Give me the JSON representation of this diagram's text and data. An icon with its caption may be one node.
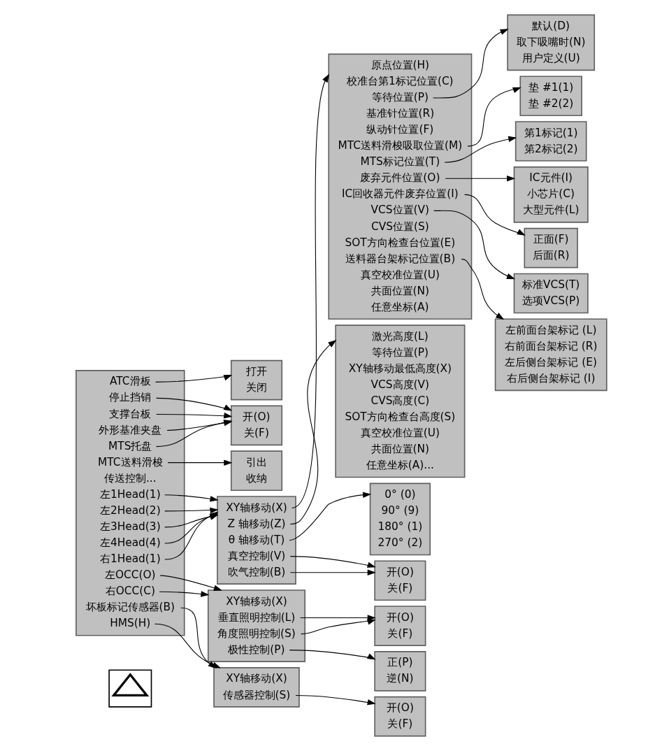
{
  "diagram": {
    "nodes": [
      {
        "text": [],
        "shape": "box"
      },
      {
        "text": [],
        "shape": "triangle",
        "in": 0
      },
      {
        "text": [],
        "shape": "box"
      },
      {
        "text": [
          "ATC滑板"
        ],
        "in": 2
      },
      {
        "text": [
          "停止挡销"
        ],
        "in": 2
      },
      {
        "text": [
          "支撑台板"
        ],
        "in": 2
      },
      {
        "text": [
          "外形基准夹盘"
        ],
        "in": 2
      },
      {
        "text": [
          "MTC送料滑梭"
        ],
        "in": 2
      },
      {
        "text": [
          "MTS托盘"
        ],
        "in": 2
      },
      {
        "text": [
          "传送控制..."
        ],
        "in": 2
      },
      {
        "text": [
          "左1Head(1)"
        ],
        "in": 2
      },
      {
        "text": [
          "左2Head(2)"
        ],
        "in": 2
      },
      {
        "text": [
          "左3Head(3)"
        ],
        "in": 2
      },
      {
        "text": [
          "左4Head(4)"
        ],
        "in": 2
      },
      {
        "text": [
          "右1Head(1)"
        ],
        "in": 2
      },
      {
        "text": [
          "左OCC(O)"
        ],
        "in": 2
      },
      {
        "text": [
          "右OCC(C)"
        ],
        "in": 2
      },
      {
        "text": [
          "坏板标记传感器(B)"
        ],
        "in": 2
      },
      {
        "text": [
          "HMS(H)"
        ],
        "in": 2
      },
      {
        "text": [],
        "shape": "box"
      },
      {
        "text": [
          "打开"
        ],
        "in": 19
      },
      {
        "text": [
          "关闭"
        ],
        "in": 19
      },
      {
        "text": [],
        "shape": "box"
      },
      {
        "text": [
          "开(O)"
        ],
        "in": 22
      },
      {
        "text": [
          "关(F)"
        ],
        "in": 22
      },
      {
        "text": [],
        "shape": "box"
      },
      {
        "text": [
          "引出"
        ],
        "in": 25
      },
      {
        "text": [
          "收纳"
        ],
        "in": 25
      },
      {
        "text": [],
        "shape": "box"
      },
      {
        "text": [
          "XY轴移动(X)"
        ],
        "in": 28
      },
      {
        "text": [
          "Z 轴移动(Z)"
        ],
        "in": 28
      },
      {
        "text": [
          "θ 轴移动(T)"
        ],
        "in": 28
      },
      {
        "text": [
          "真空控制(V)"
        ],
        "in": 28
      },
      {
        "text": [
          "吹气控制(B)"
        ],
        "in": 28
      },
      {
        "text": [],
        "shape": "box"
      },
      {
        "text": [
          "默认(D)"
        ],
        "in": 34
      },
      {
        "text": [
          "取下吸嘴时(N)"
        ],
        "in": 34
      },
      {
        "text": [
          "用户定义(U)"
        ],
        "in": 34
      },
      {
        "text": [],
        "shape": "box"
      },
      {
        "text": [
          "原点位置(H)"
        ],
        "in": 38
      },
      {
        "text": [
          "校准台第1标记位置(C)"
        ],
        "in": 38
      },
      {
        "text": [
          "等待位置(P)"
        ],
        "in": 38
      },
      {
        "text": [
          "基准针位置(R)"
        ],
        "in": 38
      },
      {
        "text": [
          "纵动针位置(F)"
        ],
        "in": 38
      },
      {
        "text": [
          "MTC送料滑梭吸取位置(M)"
        ],
        "in": 38
      },
      {
        "text": [
          "MTS标记位置(T)"
        ],
        "in": 38
      },
      {
        "text": [
          "废弃元件位置(O)"
        ],
        "in": 38
      },
      {
        "text": [
          "IC回收器元件废弃位置(I)"
        ],
        "in": 38
      },
      {
        "text": [
          "VCS位置(V)"
        ],
        "in": 38
      },
      {
        "text": [
          "CVS位置(S)"
        ],
        "in": 38
      },
      {
        "text": [
          "SOT方向检查台位置(E)"
        ],
        "in": 38
      },
      {
        "text": [
          "送料器台架标记位置(B)"
        ],
        "in": 38
      },
      {
        "text": [
          "真空校准位置(U)"
        ],
        "in": 38
      },
      {
        "text": [
          "共面位置(N)"
        ],
        "in": 38
      },
      {
        "text": [
          "任意坐标(A)"
        ],
        "in": 38
      },
      {
        "text": [],
        "shape": "box"
      },
      {
        "text": [
          "垫 #1(1)"
        ],
        "in": 55
      },
      {
        "text": [
          "垫 #2(2)"
        ],
        "in": 55
      },
      {
        "text": [],
        "shape": "box"
      },
      {
        "text": [
          "第1标记(1)"
        ],
        "in": 58
      },
      {
        "text": [
          "第2标记(2)"
        ],
        "in": 58
      },
      {
        "text": [],
        "shape": "box"
      },
      {
        "text": [
          "IC元件(I)"
        ],
        "in": 61
      },
      {
        "text": [
          "小芯片(C)"
        ],
        "in": 61
      },
      {
        "text": [
          "大型元件(L)"
        ],
        "in": 61
      },
      {
        "text": [],
        "shape": "box"
      },
      {
        "text": [
          "正面(F)"
        ],
        "in": 65
      },
      {
        "text": [
          "后面(R)"
        ],
        "in": 65
      },
      {
        "text": [],
        "shape": "box"
      },
      {
        "text": [
          "标准VCS(T)"
        ],
        "in": 68
      },
      {
        "text": [
          "选项VCS(P)"
        ],
        "in": 68
      },
      {
        "text": [],
        "shape": "box"
      },
      {
        "text": [
          "左前面台架标记 (L)"
        ],
        "in": 71
      },
      {
        "text": [
          "右前面台架标记 (R)"
        ],
        "in": 71
      },
      {
        "text": [
          "左后侧台架标记 (E)"
        ],
        "in": 71
      },
      {
        "text": [
          "右后侧台架标记 (I)"
        ],
        "in": 71
      },
      {
        "text": [],
        "shape": "box"
      },
      {
        "text": [
          "XY轴移动(X)"
        ],
        "in": 76
      },
      {
        "text": [
          "垂直照明控制(L)"
        ],
        "in": 76
      },
      {
        "text": [
          "角度照明控制(S)"
        ],
        "in": 76
      },
      {
        "text": [
          "极性控制(P)"
        ],
        "in": 76
      },
      {
        "text": [],
        "shape": "box"
      },
      {
        "text": [
          "开(O)"
        ],
        "in": 81
      },
      {
        "text": [
          "关(F)"
        ],
        "in": 81
      },
      {
        "text": [],
        "shape": "box"
      },
      {
        "text": [
          "正(P)"
        ],
        "in": 84
      },
      {
        "text": [
          "逆(N)"
        ],
        "in": 84
      },
      {
        "text": [],
        "shape": "box"
      },
      {
        "text": [
          "激光高度(L)"
        ],
        "in": 87
      },
      {
        "text": [
          "等待位置(P)"
        ],
        "in": 87
      },
      {
        "text": [
          "XY轴移动最低高度(X)"
        ],
        "in": 87
      },
      {
        "text": [
          "VCS高度(V)"
        ],
        "in": 87
      },
      {
        "text": [
          "CVS高度(C)"
        ],
        "in": 87
      },
      {
        "text": [
          "SOT方向检查台高度(S)"
        ],
        "in": 87
      },
      {
        "text": [
          "真空校准位置(U)"
        ],
        "in": 87
      },
      {
        "text": [
          "共面位置(N)"
        ],
        "in": 87
      },
      {
        "text": [
          "任意坐标(A)..."
        ],
        "in": 87
      },
      {
        "text": [],
        "shape": "box"
      },
      {
        "text": [
          "XY轴移动(X)"
        ],
        "in": 97
      },
      {
        "text": [
          "传感器控制(S)"
        ],
        "in": 97
      },
      {
        "text": [],
        "shape": "box"
      },
      {
        "text": [
          "开(O)"
        ],
        "in": 100
      },
      {
        "text": [
          "关(F)"
        ],
        "in": 100
      },
      {
        "text": [],
        "shape": "box"
      },
      {
        "text": [
          "0° (0)"
        ],
        "in": 103
      },
      {
        "text": [
          "90° (9)"
        ],
        "in": 103
      },
      {
        "text": [
          "180° (1)"
        ],
        "in": 103
      },
      {
        "text": [
          "270° (2)"
        ],
        "in": 103
      },
      {
        "text": [],
        "shape": "box"
      },
      {
        "text": [
          "开(O)"
        ],
        "in": 108
      },
      {
        "text": [
          "关(F)"
        ],
        "in": 108
      }
    ],
    "edges": [
      {
        "from": 3,
        "to": 19,
        "arrow": "to"
      },
      {
        "from": 4,
        "to": 22,
        "arrow": "to"
      },
      {
        "from": 5,
        "to": 22,
        "arrow": "to"
      },
      {
        "from": 6,
        "to": 22,
        "arrow": "to"
      },
      {
        "from": 8,
        "to": 22,
        "arrow": "to"
      },
      {
        "from": 7,
        "to": 25,
        "arrow": "to"
      },
      {
        "from": 10,
        "to": 28,
        "arrow": "to"
      },
      {
        "from": 11,
        "to": 28,
        "arrow": "to"
      },
      {
        "from": 12,
        "to": 28,
        "arrow": "to"
      },
      {
        "from": 13,
        "to": 28,
        "arrow": "to"
      },
      {
        "from": 14,
        "to": 28,
        "arrow": "to"
      },
      {
        "from": 15,
        "to": 76,
        "arrow": "to"
      },
      {
        "from": 16,
        "to": 76,
        "arrow": "to"
      },
      {
        "from": 17,
        "to": 97,
        "arrow": "to"
      },
      {
        "from": 18,
        "to": 97,
        "arrow": "to"
      },
      {
        "from": 29,
        "to": 38,
        "arrow": "to"
      },
      {
        "from": 30,
        "to": 87,
        "arrow": "to"
      },
      {
        "from": 31,
        "to": 103,
        "arrow": "to"
      },
      {
        "from": 32,
        "to": 108,
        "arrow": "to"
      },
      {
        "from": 33,
        "to": 108,
        "arrow": "to"
      },
      {
        "from": 41,
        "to": 34,
        "arrow": "to"
      },
      {
        "from": 44,
        "to": 55,
        "arrow": "to"
      },
      {
        "from": 45,
        "to": 58,
        "arrow": "to"
      },
      {
        "from": 46,
        "to": 61,
        "arrow": "to"
      },
      {
        "from": 47,
        "to": 65,
        "arrow": "to"
      },
      {
        "from": 48,
        "to": 68,
        "arrow": "to"
      },
      {
        "from": 51,
        "to": 71,
        "arrow": "to"
      },
      {
        "from": 78,
        "to": 81,
        "arrow": "to"
      },
      {
        "from": 79,
        "to": 81,
        "arrow": "to"
      },
      {
        "from": 80,
        "to": 84,
        "arrow": "to"
      },
      {
        "from": 99,
        "to": 100,
        "arrow": "to"
      }
    ]
  }
}
